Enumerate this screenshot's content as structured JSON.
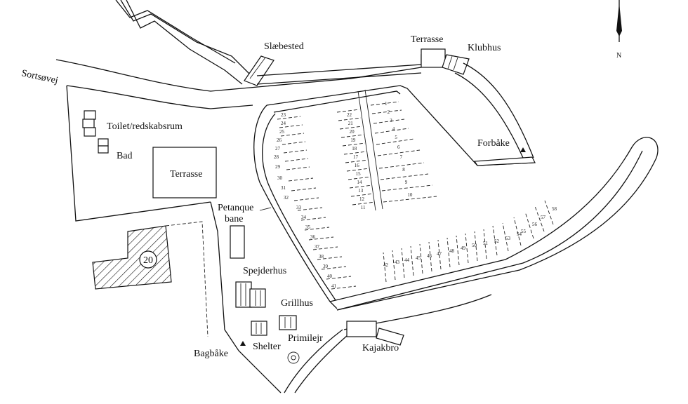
{
  "labels": {
    "road": "Sortsøvej",
    "slaebested": "Slæbested",
    "terrasse_top": "Terrasse",
    "klubhus": "Klubhus",
    "toilet": "Toilet/redskabsrum",
    "bad": "Bad",
    "terrasse_left": "Terrasse",
    "forbaake": "Forbåke",
    "petanque_line1": "Petanque",
    "petanque_line2": "bane",
    "plot_number": "20",
    "spejderhus": "Spejderhus",
    "grillhus": "Grillhus",
    "shelter": "Shelter",
    "primilejr": "Primilejr",
    "bagbaake": "Bagbåke",
    "kajakbro": "Kajakbro",
    "north": "N"
  },
  "berths": {
    "left_column": [
      "23",
      "24",
      "25",
      "26",
      "27",
      "28",
      "29",
      "30",
      "31",
      "32",
      "33",
      "34",
      "35",
      "36",
      "37",
      "38",
      "39",
      "40",
      "41"
    ],
    "middle_column": [
      "22",
      "21",
      "20",
      "19",
      "18",
      "17",
      "16",
      "15",
      "14",
      "13",
      "12",
      "11"
    ],
    "right_column": [
      "1",
      "2",
      "3",
      "4",
      "5",
      "6",
      "7",
      "8",
      "9",
      "10"
    ],
    "south_pier": [
      "42",
      "43",
      "44",
      "45",
      "46",
      "47",
      "48",
      "49",
      "50",
      "51",
      "52",
      "53",
      "54",
      "55",
      "56",
      "57",
      "58"
    ]
  }
}
